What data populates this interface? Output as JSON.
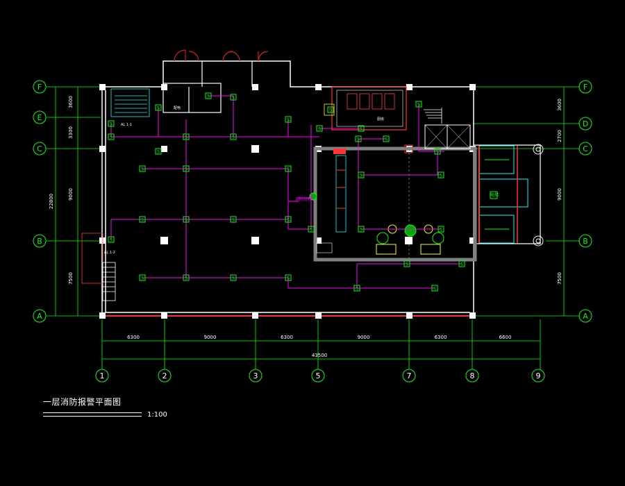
{
  "drawing": {
    "title": "一层消防报警平面图",
    "scale": "1:100"
  },
  "grid": {
    "rows": [
      "F",
      "E",
      "C",
      "B",
      "A"
    ],
    "rows_right": [
      "F",
      "D",
      "C",
      "B",
      "A"
    ],
    "cols": [
      "1",
      "2",
      "3",
      "5",
      "7",
      "8",
      "9"
    ],
    "col_spacings": [
      "6300",
      "9000",
      "6300",
      "9000",
      "6300",
      "6600"
    ],
    "col_total": "43500",
    "row_left_dims": [
      "3600",
      "3300",
      "9000",
      "7500"
    ],
    "row_left_total": "22800",
    "row_right_dims": [
      "3600",
      "2700",
      "9000",
      "7500"
    ]
  },
  "room_labels": {
    "stair_note_upper": "AL 1-1",
    "stair_note_lower": "AL 1-2",
    "fire_panel": "消防控制",
    "elevator": "电梯",
    "kitchen": "厨房",
    "service": "配电"
  },
  "symbols": {
    "smoke_detector": "S",
    "manual_call": "Y",
    "speaker": "F"
  },
  "colors": {
    "background": "#000000",
    "wall": "#ffffff",
    "axis": "#00ff00",
    "wiring": "#ff00ff",
    "door": "#ff2020",
    "window": "#ff3333",
    "cyan": "#00ffff",
    "yellow": "#ffff00",
    "grey_wall": "#808080"
  }
}
